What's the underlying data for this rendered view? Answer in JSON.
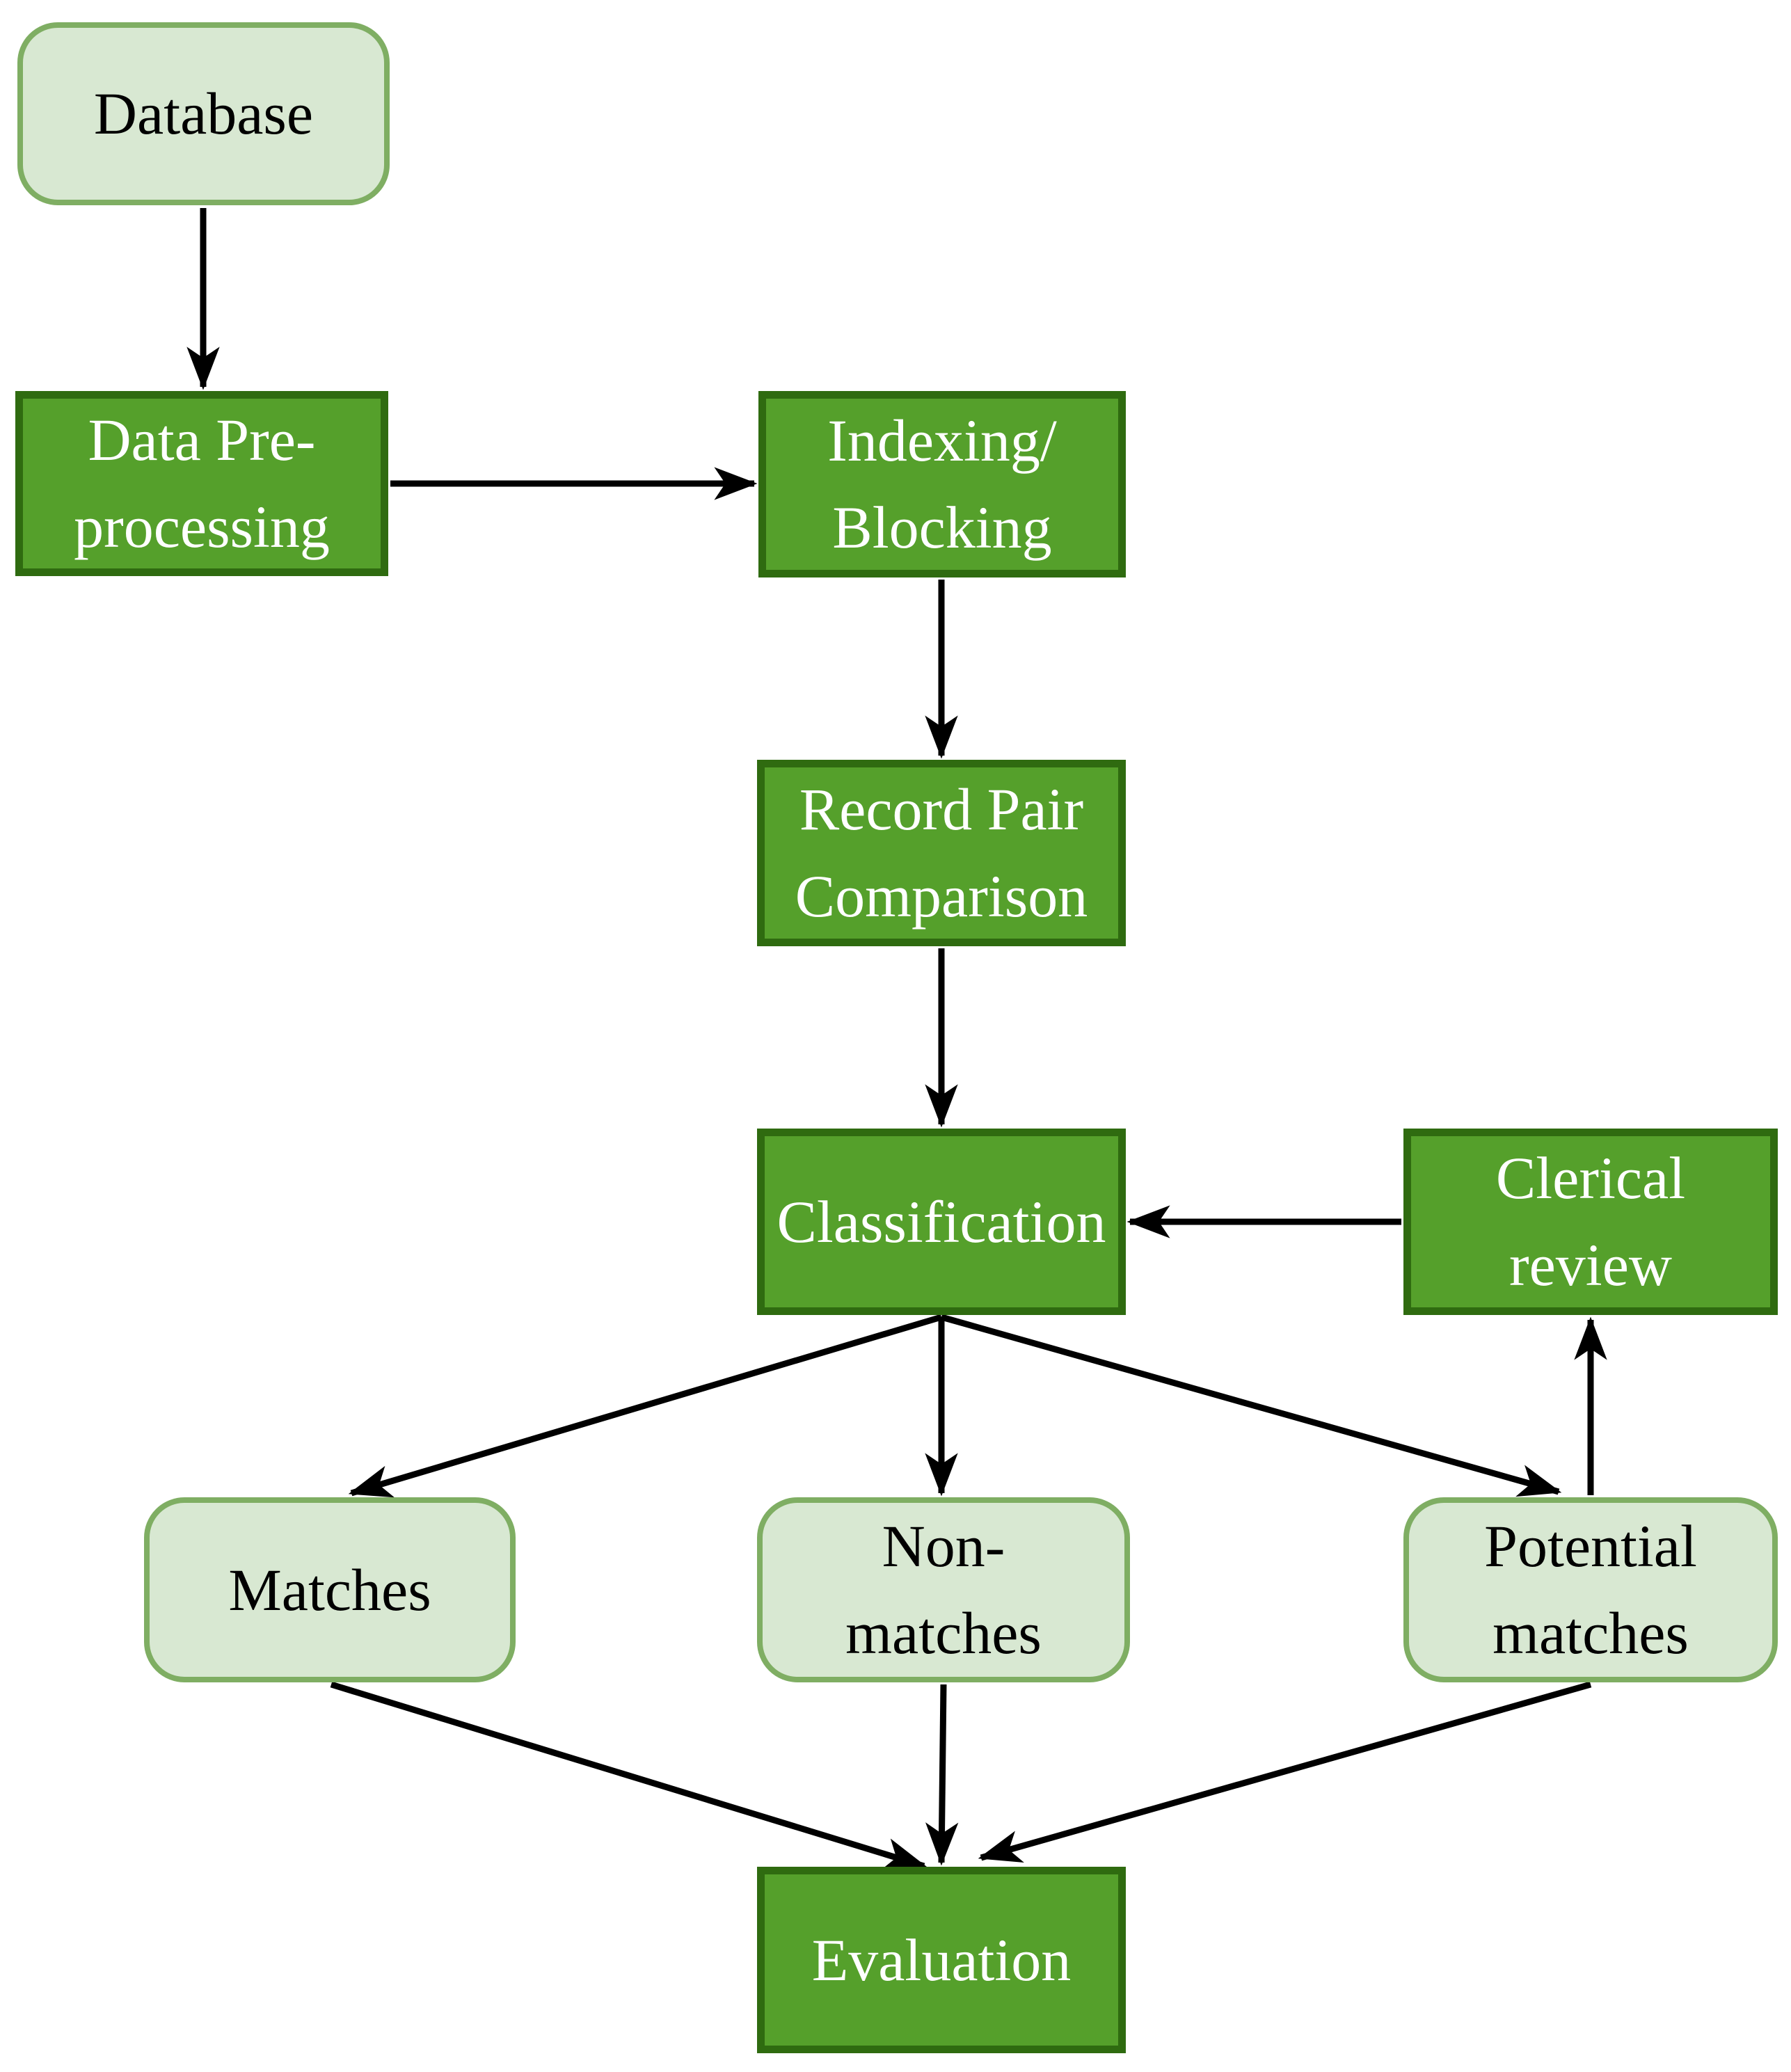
{
  "diagram_type": "flowchart",
  "colors": {
    "background": "#ffffff",
    "process-fill": "#55a02b",
    "process-border": "#2f6b10",
    "process-text": "#ffffff",
    "terminal-fill": "#d8e8d2",
    "terminal-border": "#7fae63",
    "terminal-text": "#000000",
    "arrow": "#000000"
  },
  "nodes": {
    "database": {
      "label": "Database",
      "kind": "terminal"
    },
    "preprocessing": {
      "label": "Data Pre-\nprocessing",
      "kind": "process"
    },
    "indexing": {
      "label": "Indexing/\nBlocking",
      "kind": "process"
    },
    "comparison": {
      "label": "Record Pair\nComparison",
      "kind": "process"
    },
    "classification": {
      "label": "Classification",
      "kind": "process"
    },
    "clerical": {
      "label": "Clerical\nreview",
      "kind": "process"
    },
    "matches": {
      "label": "Matches",
      "kind": "terminal"
    },
    "nonmatches": {
      "label": "Non-\nmatches",
      "kind": "terminal"
    },
    "potential": {
      "label": "Potential\nmatches",
      "kind": "terminal"
    },
    "evaluation": {
      "label": "Evaluation",
      "kind": "process"
    }
  },
  "edges": [
    {
      "from": "database",
      "to": "preprocessing"
    },
    {
      "from": "preprocessing",
      "to": "indexing"
    },
    {
      "from": "indexing",
      "to": "comparison"
    },
    {
      "from": "comparison",
      "to": "classification"
    },
    {
      "from": "clerical",
      "to": "classification"
    },
    {
      "from": "classification",
      "to": "matches"
    },
    {
      "from": "classification",
      "to": "nonmatches"
    },
    {
      "from": "classification",
      "to": "potential"
    },
    {
      "from": "potential",
      "to": "clerical"
    },
    {
      "from": "matches",
      "to": "evaluation"
    },
    {
      "from": "nonmatches",
      "to": "evaluation"
    },
    {
      "from": "potential",
      "to": "evaluation"
    }
  ]
}
